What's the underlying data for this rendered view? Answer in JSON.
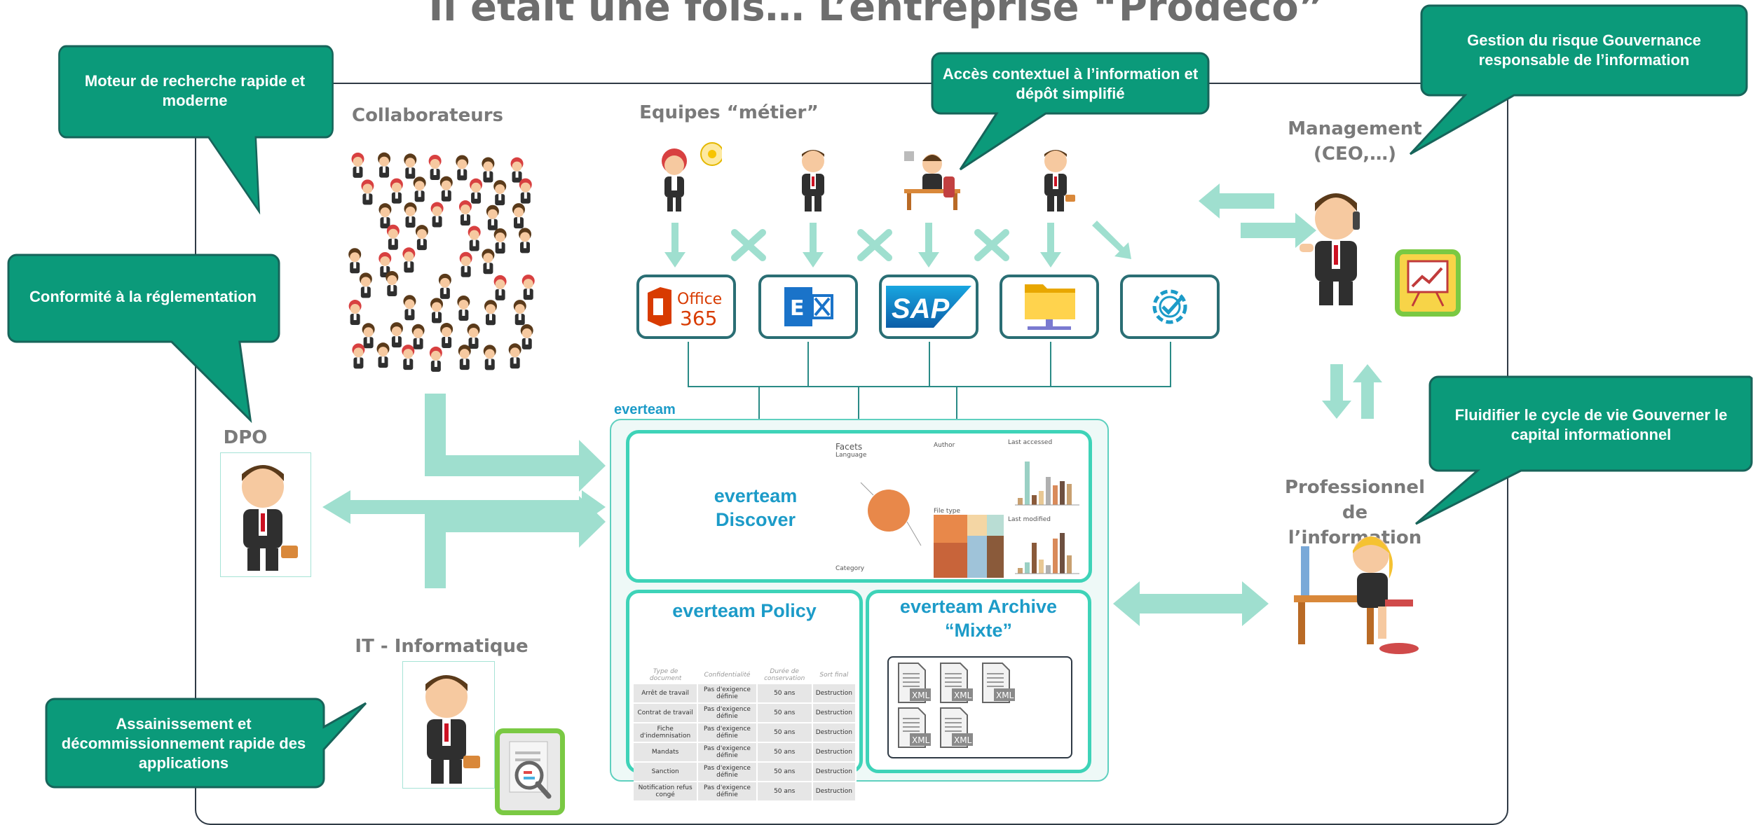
{
  "title": "Il était une fois… L’entreprise “Prodéco”",
  "callouts": {
    "moteur": "Moteur de recherche rapide et moderne",
    "conformite": "Conformité à la réglementation",
    "assainissement": "Assainissement et décommissionnement rapide des applications",
    "acces": "Accès contextuel à l’information et dépôt simplifié",
    "risque": "Gestion du risque Gouvernance responsable de l’information",
    "fluidifier": "Fluidifier le cycle de vie Gouverner le capital informationnel"
  },
  "groups": {
    "collaborateurs": "Collaborateurs",
    "equipes": "Equipes “métier”",
    "management": "Management (CEO,…)",
    "professionnel": "Professionnel de l’information",
    "dpo": "DPO",
    "it": "IT - Informatique"
  },
  "apps": {
    "office_line1": "Office",
    "office_line2": "365",
    "sap": "SAP"
  },
  "everteam": {
    "brand": "everteam",
    "discover": "everteam Discover",
    "policy": "everteam Policy",
    "archive": "everteam Archive “Mixte”",
    "discover_facets": "Facets",
    "discover_language": "Language",
    "discover_category": "Category",
    "discover_author": "Author",
    "discover_last_accessed": "Last accessed",
    "discover_file_type": "File type",
    "discover_last_modified": "Last modified",
    "xml_label": "XML"
  },
  "policy_table": {
    "headers": [
      "Type de document",
      "Confidentialité",
      "Durée de conservation",
      "Sort final"
    ],
    "rows": [
      [
        "Arrêt de travail",
        "Pas d'exigence définie",
        "50 ans",
        "Destruction"
      ],
      [
        "Contrat de travail",
        "Pas d'exigence définie",
        "50 ans",
        "Destruction"
      ],
      [
        "Fiche d'indemnisation",
        "Pas d'exigence définie",
        "50 ans",
        "Destruction"
      ],
      [
        "Mandats",
        "Pas d'exigence définie",
        "50 ans",
        "Destruction"
      ],
      [
        "Sanction",
        "Pas d'exigence définie",
        "50 ans",
        "Destruction"
      ],
      [
        "Notification refus congé",
        "Pas d'exigence définie",
        "50 ans",
        "Destruction"
      ]
    ]
  },
  "colors": {
    "callout_fill": "#0b9a7a",
    "callout_border": "#17645a",
    "arrow_mint": "#9fdfcf",
    "everteam_blue": "#1c9bc8",
    "panel_border": "#3ed3b8",
    "app_border": "#2a6e74"
  },
  "icons": {
    "office": "office365-logo",
    "exchange": "exchange-logo",
    "sap": "sap-logo",
    "folder": "network-folder-icon",
    "settings": "gear-check-icon",
    "presentation": "presentation-chart-icon",
    "search_doc": "document-search-icon"
  }
}
